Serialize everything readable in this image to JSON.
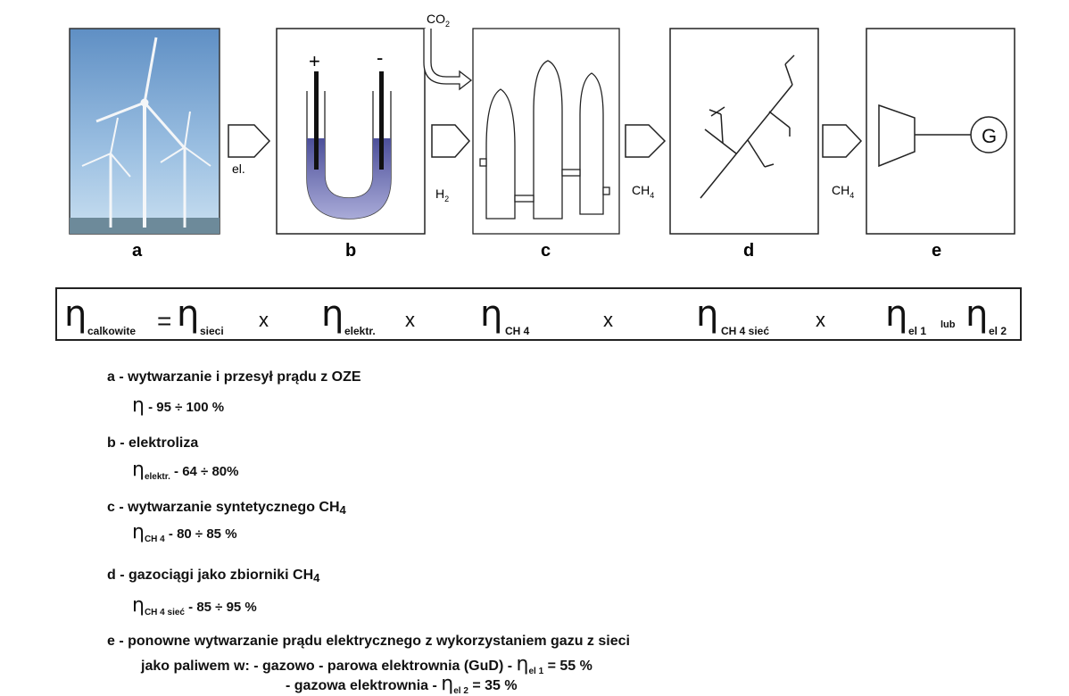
{
  "stages": [
    {
      "id": "a",
      "label": "a"
    },
    {
      "id": "b",
      "label": "b"
    },
    {
      "id": "c",
      "label": "c"
    },
    {
      "id": "d",
      "label": "d"
    },
    {
      "id": "e",
      "label": "e"
    }
  ],
  "flows": {
    "el": "el.",
    "h2": "H",
    "h2_sub": "2",
    "co2": "CO",
    "co2_sub": "2",
    "ch4_1": "CH",
    "ch4_1_sub": "4",
    "ch4_2": "CH",
    "ch4_2_sub": "4",
    "generator": "G",
    "plus": "+",
    "minus": "-"
  },
  "equation": {
    "eta": "η",
    "sub_total": "calkowite",
    "equals": "=",
    "sub_grid": "sieci",
    "times": "x",
    "sub_elektr": "elektr.",
    "sub_ch4": "CH 4",
    "sub_ch4net": "CH 4 sieć",
    "sub_el1": "el 1",
    "lub": "lub",
    "sub_el2": "el 2"
  },
  "legend": {
    "a_title": "a - wytwarzanie i przesył prądu z OZE",
    "a_value": "- 95 ÷ 100 %",
    "b_title": "b - elektroliza",
    "b_sub": "elektr.",
    "b_value": "- 64 ÷ 80%",
    "c_title": "c - wytwarzanie syntetycznego CH",
    "c_title_sub": "4",
    "c_sub": "CH 4",
    "c_value": "- 80 ÷ 85 %",
    "d_title": "d - gazociągi jako zbiorniki CH",
    "d_title_sub": "4",
    "d_sub": "CH 4 sieć",
    "d_value": "- 85 ÷ 95 %",
    "e_line1": "e - ponowne wytwarzanie prądu elektrycznego z wykorzystaniem gazu z sieci",
    "e_line2": "jako paliwem w: - gazowo - parowa elektrownia (GuD) -",
    "e_line2_sub": "el 1",
    "e_line2_value": "= 55 %",
    "e_line3": "- gazowa elektrownia -",
    "e_line3_sub": "el 2",
    "e_line3_value": "= 35 %"
  }
}
